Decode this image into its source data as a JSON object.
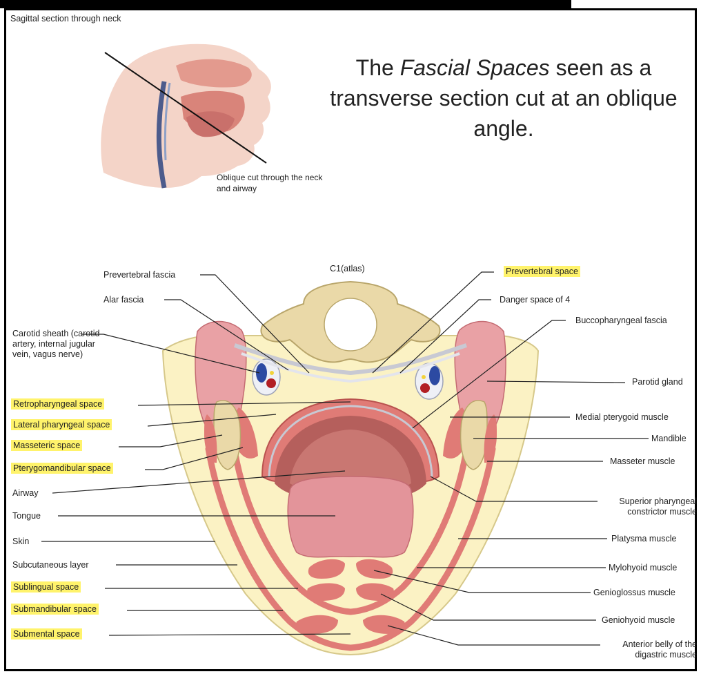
{
  "title": {
    "pre": "The ",
    "emphasis": "Fascial Spaces",
    "post": " seen as a transverse section cut at an oblique angle."
  },
  "sagittal": {
    "caption": "Sagittal section through neck",
    "oblique_label": "Oblique cut through the neck and airway"
  },
  "labels": {
    "c1": "C1(atlas)",
    "prevertebral_fascia": "Prevertebral fascia",
    "alar_fascia": "Alar fascia",
    "carotid_sheath": "Carotid sheath (carotid artery, internal jugular vein, vagus nerve)",
    "retropharyngeal_space": "Retropharyngeal space",
    "lateral_pharyngeal_space": "Lateral pharyngeal space",
    "masseteric_space": "Masseteric space",
    "pterygomandibular_space": "Pterygomandibular space",
    "airway": "Airway",
    "tongue": "Tongue",
    "skin": "Skin",
    "subcutaneous_layer": "Subcutaneous layer",
    "sublingual_space": "Sublingual space",
    "submandibular_space": "Submandibular space",
    "submental_space": "Submental space",
    "prevertebral_space": "Prevertebral space",
    "danger_space": "Danger space of 4",
    "buccopharyngeal_fascia": "Buccopharyngeal fascia",
    "parotid_gland": "Parotid gland",
    "medial_pterygoid": "Medial pterygoid muscle",
    "mandible": "Mandible",
    "masseter": "Masseter muscle",
    "superior_constrictor": "Superior pharyngeal constrictor muscle",
    "platysma": "Platysma muscle",
    "mylohyoid": "Mylohyoid muscle",
    "genioglossus": "Genioglossus muscle",
    "geniohyoid": "Geniohyoid muscle",
    "anterior_digastric": "Anterior belly of the digastric muscle"
  },
  "colors": {
    "highlight": "#fff36b",
    "neck": "#fbf2c4",
    "muscle": "#e07b76",
    "muscle_dark": "#b9524e",
    "bone": "#ead9a8",
    "gland": "#e9a1a5",
    "tongue": "#e3949a",
    "airway": "#b55f5c",
    "fascia": "#c8c9d3"
  }
}
